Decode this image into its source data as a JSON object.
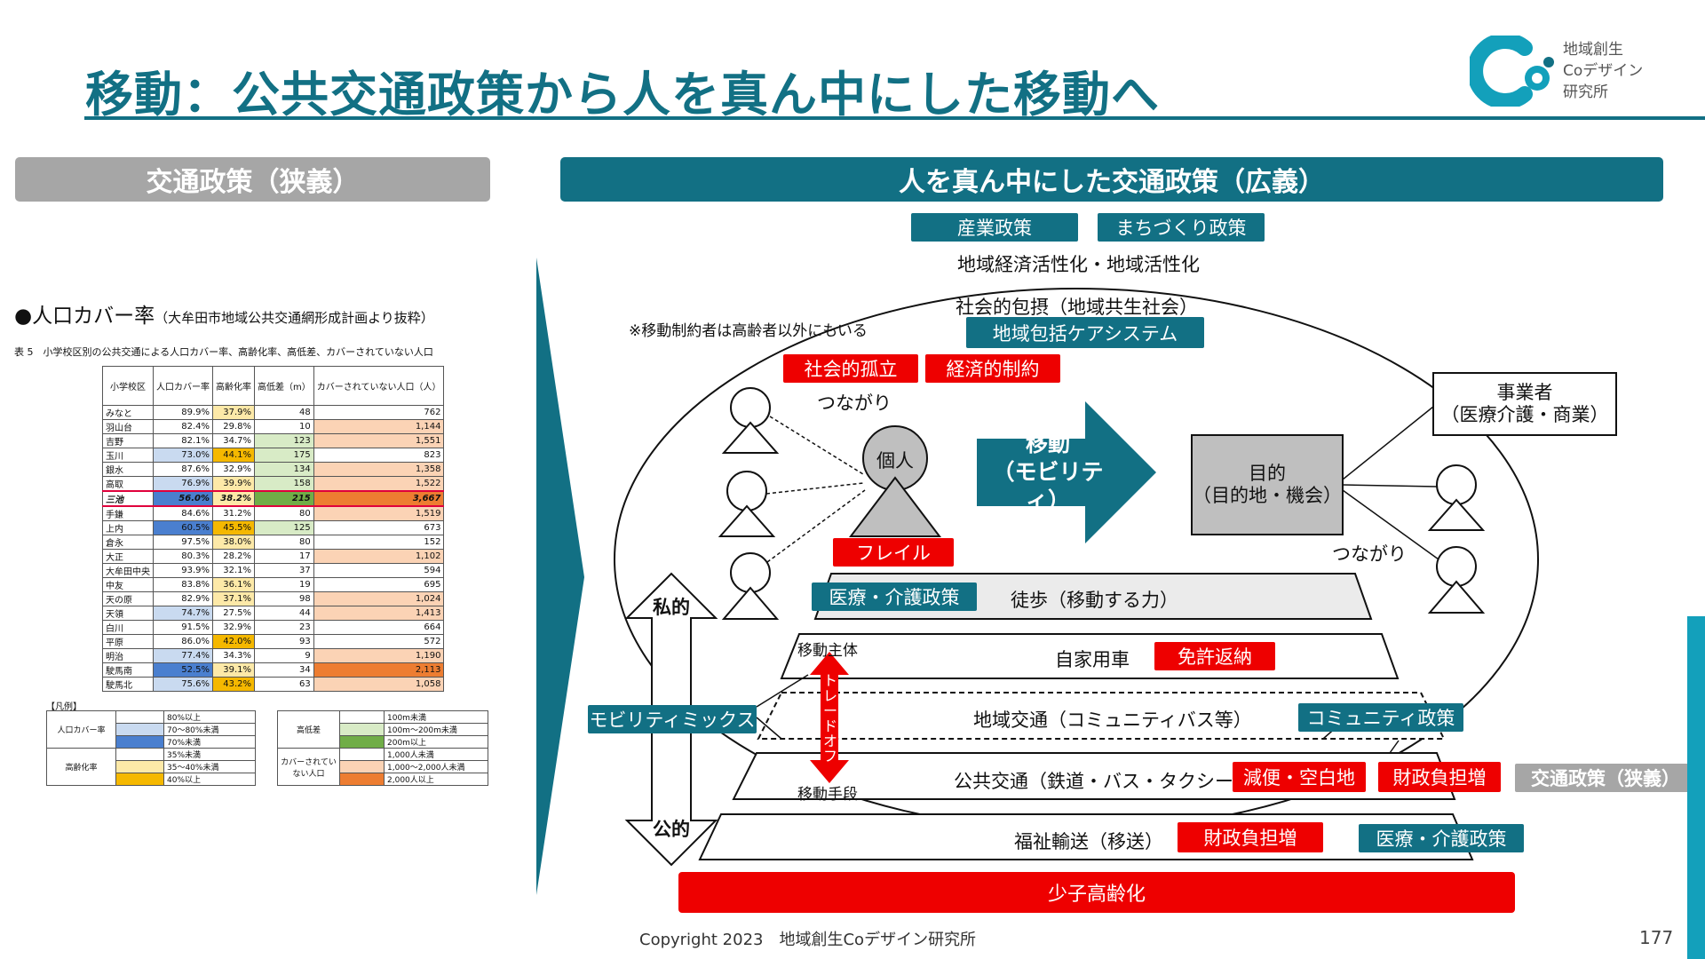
{
  "title": "移動：公共交通政策から人を真ん中にした移動へ",
  "logo": {
    "line1": "地域創生",
    "line2": "Coデザイン",
    "line3": "研究所"
  },
  "left_header": "交通政策（狭義）",
  "right_header": "人を真ん中にした交通政策（広義）",
  "coverage": {
    "heading": "●人口カバー率",
    "heading_note": "（大牟田市地域公共交通網形成計画より抜粋）",
    "table_caption": "表 5　小学校区別の公共交通による人口カバー率、高齢化率、高低差、カバーされていない人口",
    "columns": [
      "小学校区",
      "人口カバー率",
      "高齢化率",
      "高低差（m）",
      "カバーされていない人口（人）"
    ],
    "rows": [
      [
        "みなと",
        "89.9%",
        "37.9%",
        "48",
        "762"
      ],
      [
        "羽山台",
        "82.4%",
        "29.8%",
        "10",
        "1,144"
      ],
      [
        "吉野",
        "82.1%",
        "34.7%",
        "123",
        "1,551"
      ],
      [
        "玉川",
        "73.0%",
        "44.1%",
        "175",
        "823"
      ],
      [
        "銀水",
        "87.6%",
        "32.9%",
        "134",
        "1,358"
      ],
      [
        "高取",
        "76.9%",
        "39.9%",
        "158",
        "1,522"
      ],
      [
        "三池",
        "56.0%",
        "38.2%",
        "215",
        "3,667"
      ],
      [
        "手鎌",
        "84.6%",
        "31.2%",
        "80",
        "1,519"
      ],
      [
        "上内",
        "60.5%",
        "45.5%",
        "125",
        "673"
      ],
      [
        "倉永",
        "97.5%",
        "38.0%",
        "80",
        "152"
      ],
      [
        "大正",
        "80.3%",
        "28.2%",
        "17",
        "1,102"
      ],
      [
        "大牟田中央",
        "93.9%",
        "32.1%",
        "37",
        "594"
      ],
      [
        "中友",
        "83.8%",
        "36.1%",
        "19",
        "695"
      ],
      [
        "天の原",
        "82.9%",
        "37.1%",
        "98",
        "1,024"
      ],
      [
        "天領",
        "74.7%",
        "27.5%",
        "44",
        "1,413"
      ],
      [
        "白川",
        "91.5%",
        "32.9%",
        "23",
        "664"
      ],
      [
        "平原",
        "86.0%",
        "42.0%",
        "93",
        "572"
      ],
      [
        "明治",
        "77.4%",
        "34.3%",
        "9",
        "1,190"
      ],
      [
        "駛馬南",
        "52.5%",
        "39.1%",
        "34",
        "2,113"
      ],
      [
        "駛馬北",
        "75.6%",
        "43.2%",
        "63",
        "1,058"
      ]
    ],
    "legend_title": "【凡例】",
    "legend": {
      "cover_label": "人口カバー率",
      "cover_items": [
        "80%以上",
        "70〜80%未満",
        "70%未満"
      ],
      "aging_label": "高齢化率",
      "aging_items": [
        "35%未満",
        "35〜40%未満",
        "40%以上"
      ],
      "height_label": "高低差",
      "height_items": [
        "100m未満",
        "100m〜200m未満",
        "200m以上"
      ],
      "uncovered_label": "カバーされていない人口",
      "uncovered_items": [
        "1,000人未満",
        "1,000〜2,000人未満",
        "2,000人以上"
      ]
    }
  },
  "diagram": {
    "policy_industry": "産業政策",
    "policy_town": "まちづくり政策",
    "economic": "地域経済活性化・地域活性化",
    "inclusion": "社会的包摂（地域共生社会）",
    "care_system": "地域包括ケアシステム",
    "note": "※移動制約者は高齢者以外にもいる",
    "isolation": "社会的孤立",
    "economic_limit": "経済的制約",
    "connection1": "つながり",
    "connection2": "つながり",
    "individual": "個人",
    "frail": "フレイル",
    "mobility_line1": "移動",
    "mobility_line2": "（モビリティ）",
    "purpose_line1": "目的",
    "purpose_line2": "（目的地・機会）",
    "business_line1": "事業者",
    "business_line2": "（医療介護・商業）",
    "private": "私的",
    "public": "公的",
    "mobility_mix": "モビリティミックス",
    "subject": "移動主体",
    "tradeoff": "トレードオフ",
    "means": "移動手段",
    "layer_walk": "徒歩（移動する力）",
    "medical_policy1": "医療・介護政策",
    "layer_car": "自家用車",
    "license_return": "免許返納",
    "layer_community": "地域交通（コミュニティバス等）",
    "community_policy": "コミュニティ政策",
    "layer_public": "公共交通（鉄道・バス・タクシー等）",
    "inconvenience": "減便・空白地",
    "fiscal1": "財政負担増",
    "narrow_policy": "交通政策（狭義）",
    "layer_welfare": "福祉輸送（移送）",
    "fiscal2": "財政負担増",
    "medical_policy2": "医療・介護政策",
    "aging": "少子高齢化"
  },
  "colors": {
    "teal": "#127084",
    "red": "#ee0000",
    "gray": "#a6a6a6",
    "side": "#13a0bb"
  },
  "footer": {
    "copyright": "Copyright 2023　地域創生Coデザイン研究所",
    "page": "177"
  }
}
